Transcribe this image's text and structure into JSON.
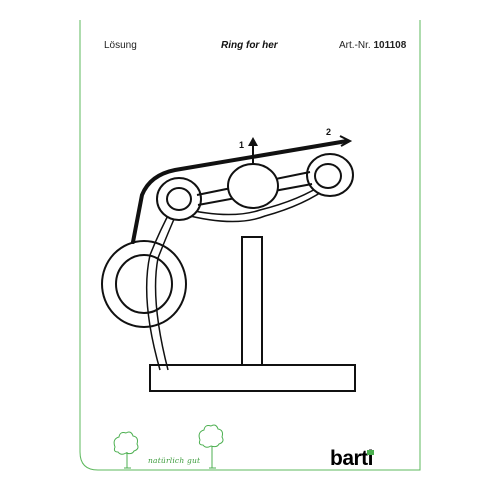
{
  "header": {
    "left_label": "Lösung",
    "title": "Ring for her",
    "article_prefix": "Art.-Nr.",
    "article_number": "101108"
  },
  "diagram": {
    "arrow_label_1": "1",
    "arrow_label_2": "2"
  },
  "footer": {
    "slogan": "natürlich gut",
    "brand": "barti"
  },
  "colors": {
    "border_green": "#5cb85c",
    "tree_green": "#4caf50",
    "line": "#111111"
  }
}
